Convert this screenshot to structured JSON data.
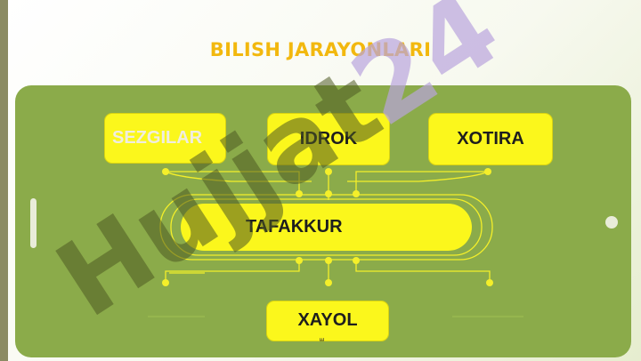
{
  "title": "BILISH JARAYONLARI",
  "nodes": {
    "top": [
      "SEZGILAR",
      "IDROK",
      "XOTIRA"
    ],
    "center": "TAFAKKUR",
    "bottom": "XAYOL"
  },
  "watermark": "Hujjat 24",
  "small_mark": "E",
  "colors": {
    "title": "#f2b80e",
    "panel": "#8bab4a",
    "node_fill": "#fbf71c",
    "watermark_dark": "#4f5a22",
    "watermark_light": "#b9a4dd"
  }
}
